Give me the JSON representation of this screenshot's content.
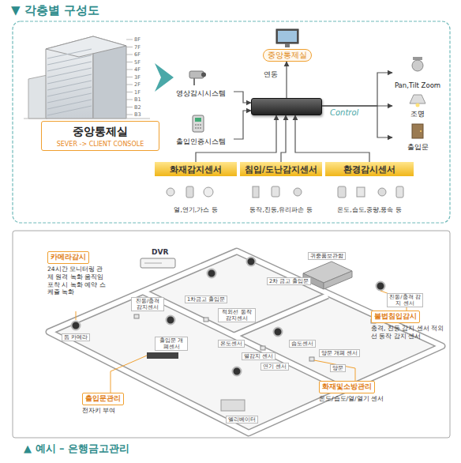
{
  "diagram": {
    "title": "▼ 각층별 구성도",
    "caption": "▲ 예시 – 은행금고관리",
    "nodes": [
      {
        "text": [
          "중앙통제실",
          "SEVER -> CLIENT CONSOLE"
        ]
      },
      {
        "text": [
          "중앙통제실"
        ]
      },
      {
        "text": [
          "영상감시시스템"
        ]
      },
      {
        "text": [
          "출입인증시스템"
        ]
      },
      {
        "text": []
      },
      {
        "text": [
          "Pan,Tilt Zoom"
        ]
      },
      {
        "text": [
          "조명"
        ]
      },
      {
        "text": [
          "출입문"
        ]
      },
      {
        "text": [
          "화재감지센서",
          "열,연기,가스 등"
        ]
      },
      {
        "text": [
          "침입/도난감지센서",
          "동작,진동,유리파손 등"
        ]
      },
      {
        "text": [
          "환경감시센서",
          "온도,습도,중량,풍속 등"
        ]
      },
      {
        "text": [
          "카메라감시",
          "24시간 모니터링 관제 원격 녹화 움직임 포착 시 녹화 예약 스케쥴 녹화"
        ]
      },
      {
        "text": [
          "출입문관리",
          "전자키 부여"
        ]
      },
      {
        "text": [
          "화재및소방관리",
          "온도/습도/열/열기 센서"
        ]
      },
      {
        "text": [
          "불법침입감시",
          "충격, 진동 감지 센서 적외선 동작 감지 센서"
        ]
      }
    ],
    "edges": [
      {
        "from": 2,
        "to": 4,
        "arrow": "to"
      },
      {
        "from": 3,
        "to": 4,
        "arrow": "to"
      },
      {
        "from": 4,
        "to": 1,
        "arrow": "to",
        "label": "연동"
      },
      {
        "from": 4,
        "to": 5,
        "arrow": "to"
      },
      {
        "from": 4,
        "to": 6,
        "arrow": "to",
        "label": "Control"
      },
      {
        "from": 4,
        "to": 7,
        "arrow": "to"
      },
      {
        "from": 8,
        "to": 4,
        "arrow": "to"
      },
      {
        "from": 9,
        "to": 4,
        "arrow": "to"
      },
      {
        "from": 10,
        "to": 4,
        "arrow": "to"
      }
    ],
    "labels": [
      "8F",
      "7F",
      "6F",
      "5F",
      "4F",
      "3F",
      "2F",
      "1F",
      "B1",
      "B2",
      "B3",
      "DVR",
      "돔 카메라",
      "진동/충격 감지센서",
      "출입문 개폐센서",
      "1차금고 출입문",
      "2차 금고 출입문",
      "귀중품보관함",
      "적외선 동작 감지센서",
      "온도센서",
      "열감지 센서",
      "연기 센서",
      "습도센서",
      "양문 개폐 센서",
      "양문",
      "진동/충격 감지 센서",
      "엘리베이터"
    ]
  }
}
